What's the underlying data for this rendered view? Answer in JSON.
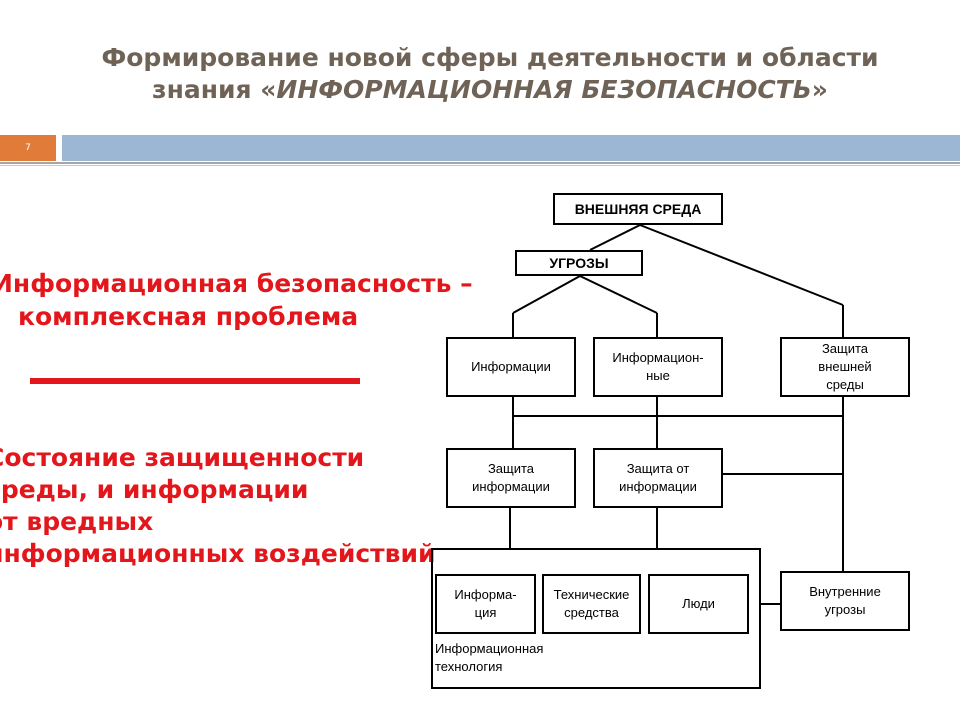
{
  "slide": {
    "title_line1": "Формирование новой сферы деятельности и области",
    "title_line2_prefix": "знания «",
    "title_line2_italic": "ИНФОРМАЦИОННАЯ БЕЗОПАСНОСТЬ",
    "title_line2_suffix": "»",
    "slide_number": "7",
    "colors": {
      "accent": "#e07b39",
      "band": "#9bb7d4",
      "red_text": "#e3171b",
      "title": "#6f6357"
    }
  },
  "left": {
    "line1": "Информационная безопасность –",
    "line2": "комплексная проблема",
    "def_line1": "Состояние защищенности",
    "def_line2": "среды, и информации",
    "def_line3": "от вредных",
    "def_line4": "информационных воздействий"
  },
  "diagram": {
    "external_env": "ВНЕШНЯЯ СРЕДА",
    "threats": "УГРОЗЫ",
    "info": "Информации",
    "info_ne": "Информацион-ные",
    "ext_protect": "Защита внешней среды",
    "protect_info": "Защита информации",
    "protect_from_info": "Защита от информации",
    "informa": "Информа-ция",
    "tech": "Технические средства",
    "people": "Люди",
    "internal": "Внутренние угрозы",
    "it_label": "Информационная технология"
  }
}
